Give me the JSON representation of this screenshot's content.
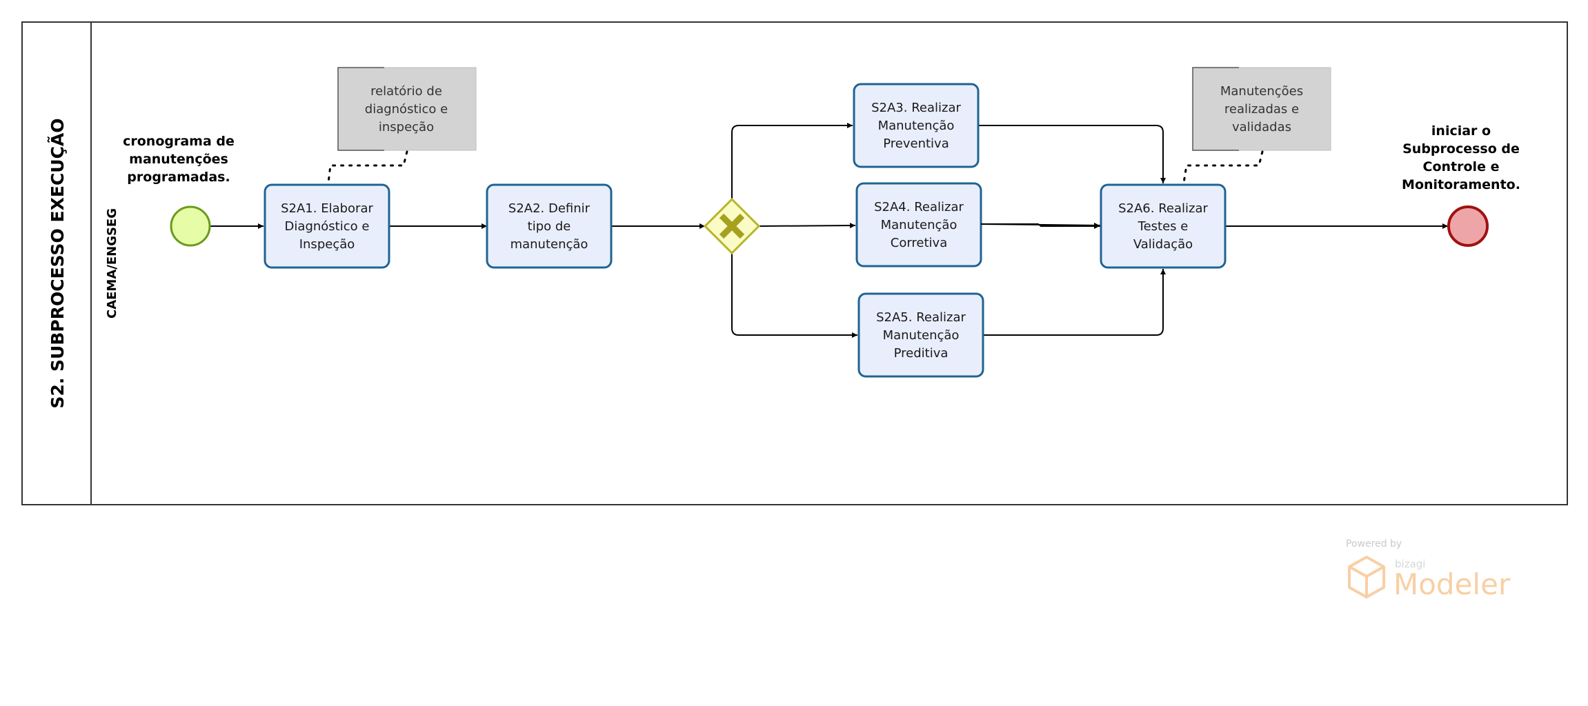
{
  "pool": {
    "title": "S2. SUBPROCESSO EXECUÇÃO"
  },
  "lane": {
    "title": "CAEMA/ENGSEG"
  },
  "start_event": {
    "label_lines": [
      "cronograma de",
      "manutenções",
      "programadas."
    ]
  },
  "end_event": {
    "label_lines": [
      "iniciar o",
      "Subprocesso de",
      "Controle e",
      "Monitoramento."
    ]
  },
  "tasks": {
    "s2a1": {
      "lines": [
        "S2A1. Elaborar",
        "Diagnóstico e",
        "Inspeção"
      ]
    },
    "s2a2": {
      "lines": [
        "S2A2. Definir",
        "tipo de",
        "manutenção"
      ]
    },
    "s2a3": {
      "lines": [
        "S2A3. Realizar",
        "Manutenção",
        "Preventiva"
      ]
    },
    "s2a4": {
      "lines": [
        "S2A4. Realizar",
        "Manutenção",
        "Corretiva"
      ]
    },
    "s2a5": {
      "lines": [
        "S2A5. Realizar",
        "Manutenção",
        "Preditiva"
      ]
    },
    "s2a6": {
      "lines": [
        "S2A6. Realizar",
        "Testes e",
        "Validação"
      ]
    }
  },
  "annotations": {
    "diagnostic_report": {
      "lines": [
        "relatório de",
        "diagnóstico e",
        "inspeção"
      ]
    },
    "validated_maintenance": {
      "lines": [
        "Manutenções",
        "realizadas e",
        "validadas"
      ]
    }
  },
  "gateway": {
    "type": "exclusive",
    "icon": "x-icon"
  },
  "watermark": {
    "powered": "Powered by",
    "brand_small": "bizagi",
    "brand": "Modeler"
  },
  "colors": {
    "task_fill": "#e9eefc",
    "task_stroke": "#1f6391",
    "start_fill": "#e6fca6",
    "start_stroke": "#6b9a1c",
    "end_fill": "#eea5a8",
    "end_stroke": "#a01010",
    "gateway_fill": "#fbfbc6",
    "gateway_stroke": "#b7b52a",
    "gateway_icon": "#a6a11c",
    "annotation_fill": "#d3d3d3",
    "brand": "#f8cfa4"
  }
}
